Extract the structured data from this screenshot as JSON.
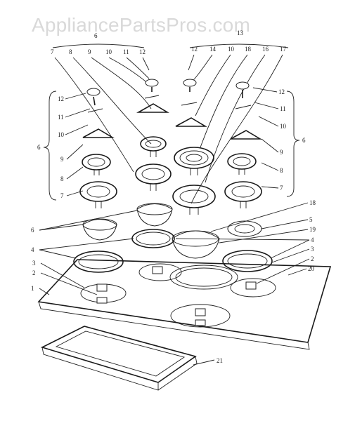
{
  "watermark": "AppliancePartsPros.com",
  "callouts": {
    "top_left_group": "6",
    "top_right_group": "13",
    "tl": [
      "7",
      "8",
      "9",
      "10",
      "11",
      "12"
    ],
    "tr": [
      "12",
      "14",
      "10",
      "18",
      "16",
      "17"
    ],
    "left_side": [
      "12",
      "11",
      "10",
      "9",
      "8",
      "7"
    ],
    "left_group": "6",
    "right_side": [
      "12",
      "11",
      "10",
      "9",
      "8",
      "7"
    ],
    "right_group": "6",
    "left_lower": [
      "6",
      "4",
      "3",
      "2",
      "1"
    ],
    "right_lower": [
      "18",
      "5",
      "19",
      "4",
      "3",
      "2",
      "20"
    ],
    "bottom": "21"
  }
}
